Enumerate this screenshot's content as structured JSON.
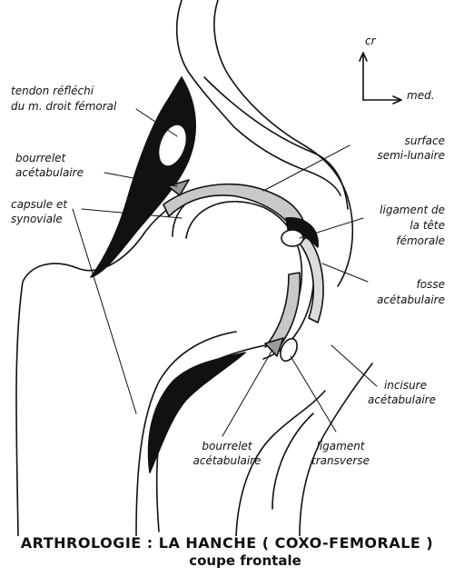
{
  "orientation": {
    "cranial": "cr",
    "medial": "med."
  },
  "labels": {
    "tendon_line1": "tendon réfléchi",
    "tendon_line2": "du m. droit fémoral",
    "bourrelet_upper_line1": "bourrelet",
    "bourrelet_upper_line2": "acétabulaire",
    "capsule_line1": "capsule et",
    "capsule_line2": "synoviale",
    "surface_line1": "surface",
    "surface_line2": "semi-lunaire",
    "ligament_tete_line1": "ligament de",
    "ligament_tete_line2": "la tête",
    "ligament_tete_line3": "fémorale",
    "fosse_line1": "fosse",
    "fosse_line2": "acétabulaire",
    "incisure_line1": "incisure",
    "incisure_line2": "acétabulaire",
    "bourrelet_lower_line1": "bourrelet",
    "bourrelet_lower_line2": "acétabulaire",
    "transverse_line1": "ligament",
    "transverse_line2": "transverse"
  },
  "caption": {
    "title": "ARTHROLOGIE : LA HANCHE ( COXO-FEMORALE )",
    "subtitle": "coupe frontale"
  }
}
